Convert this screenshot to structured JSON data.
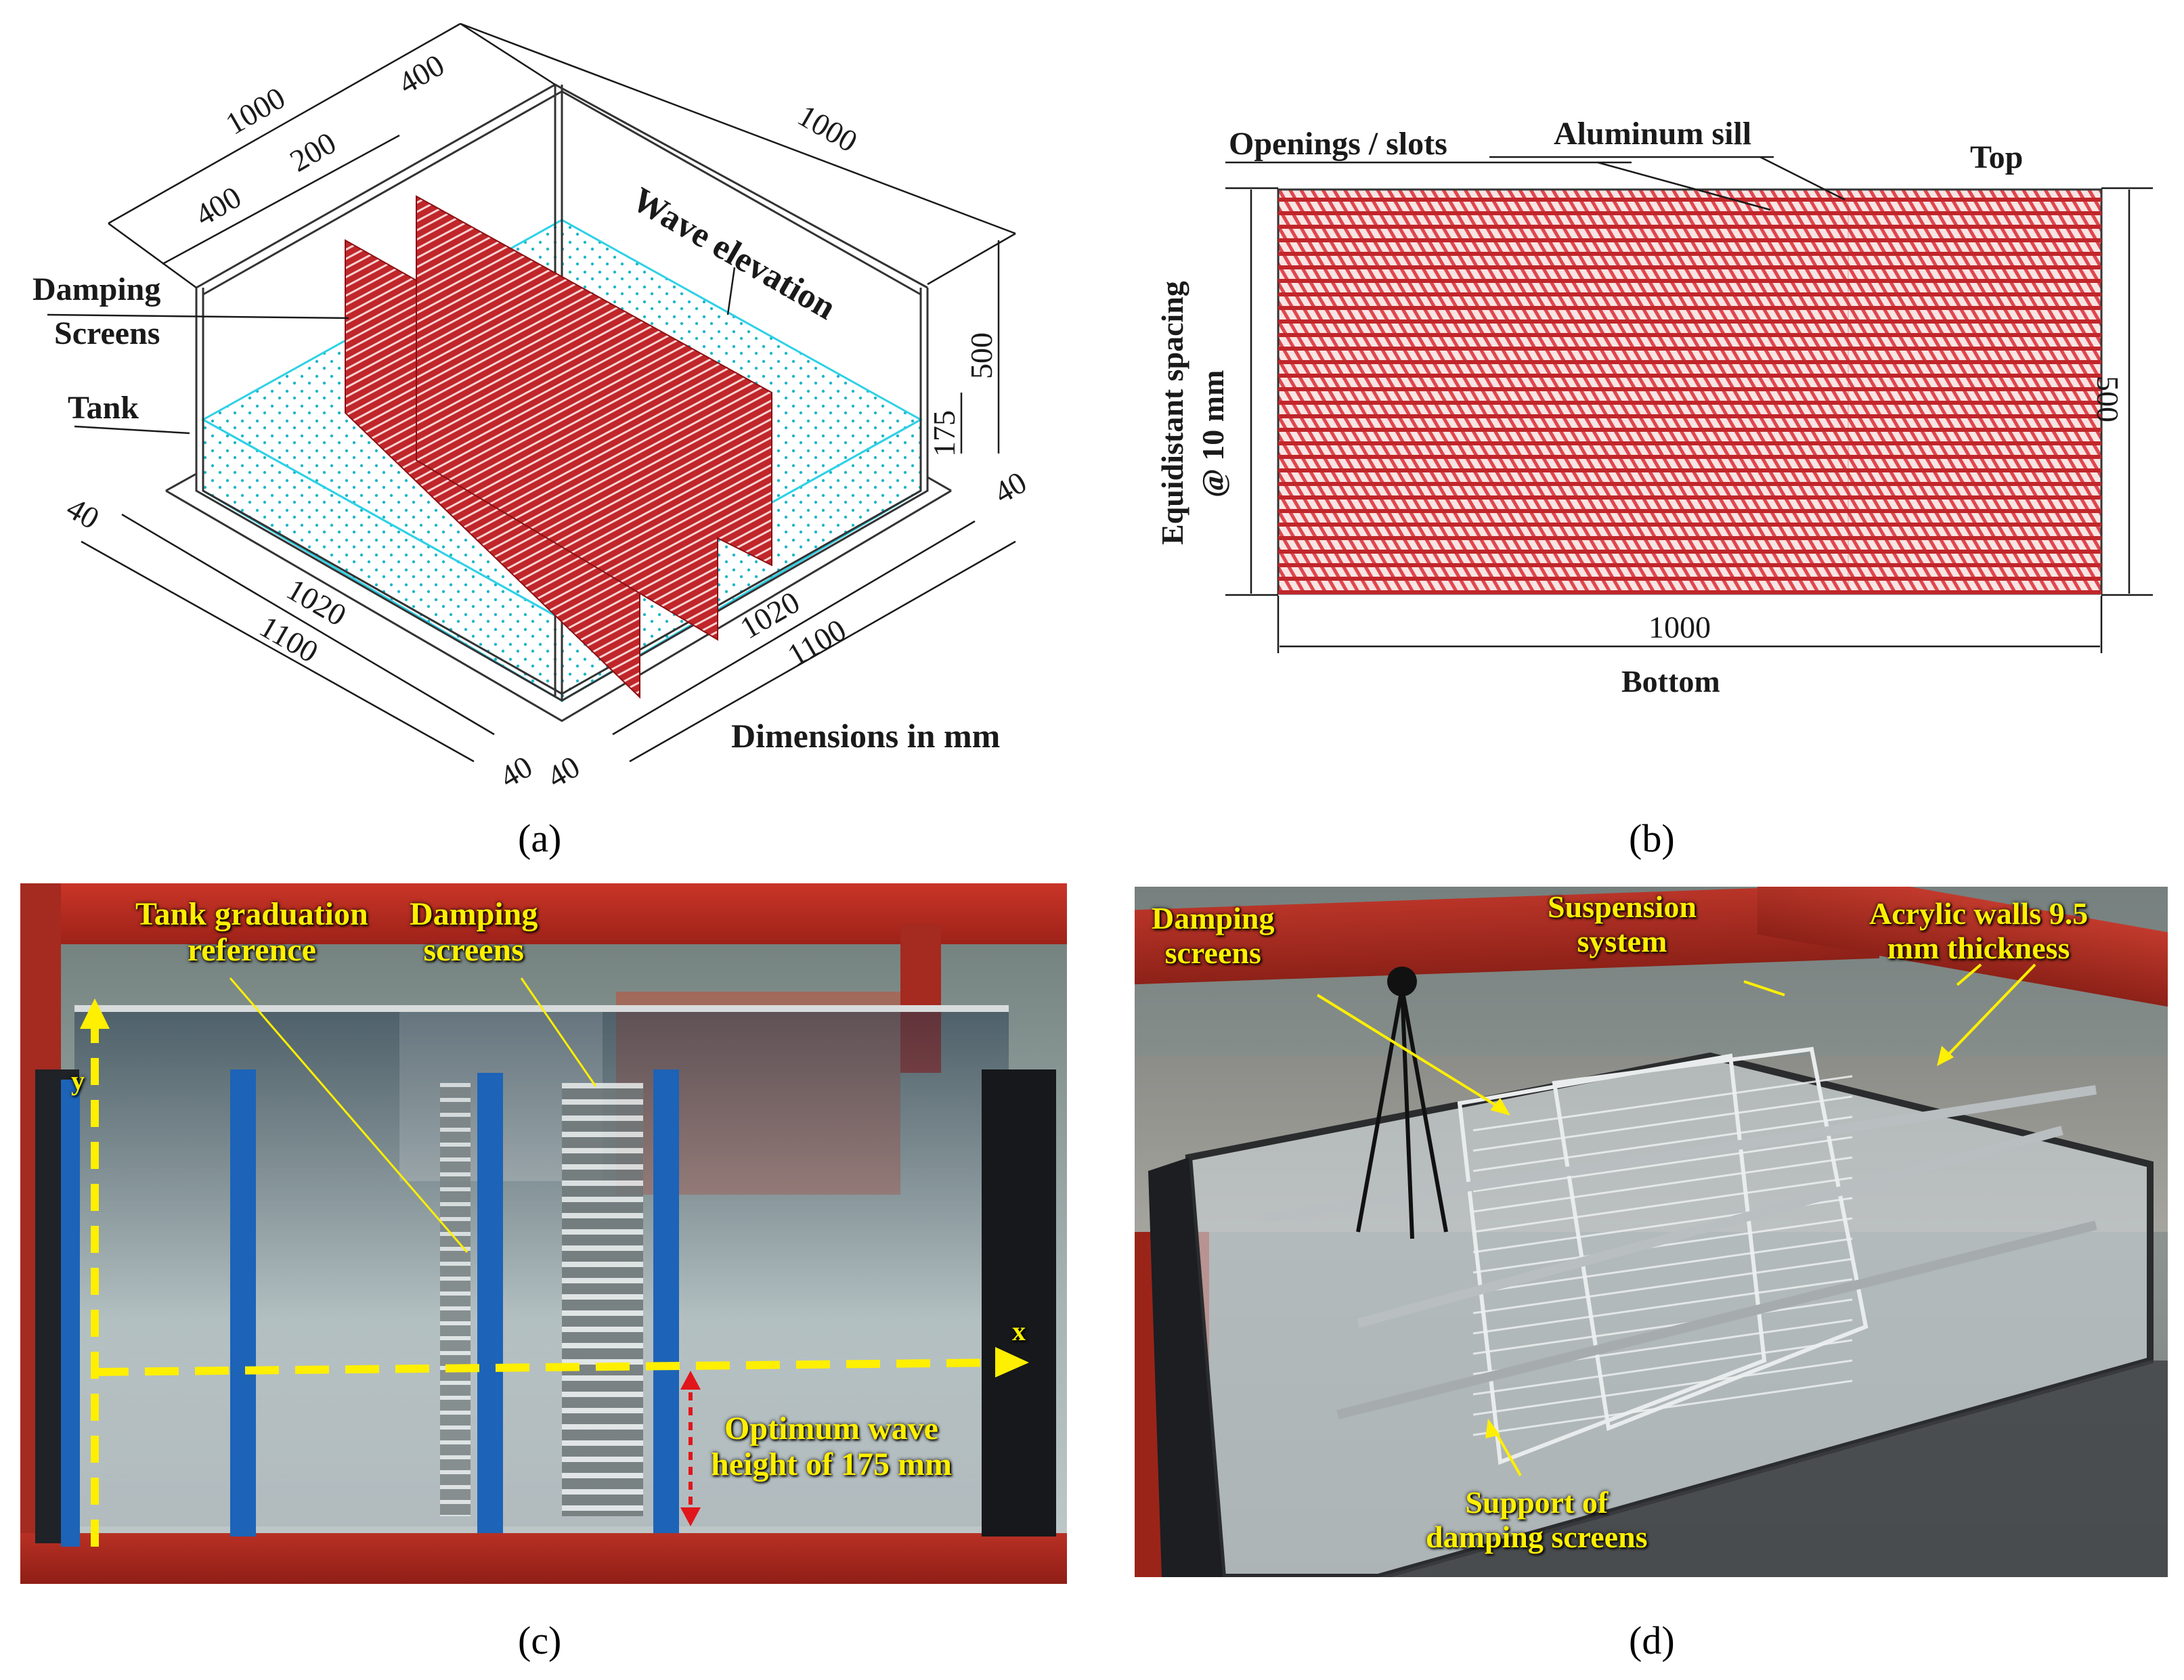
{
  "panel_a": {
    "caption": "(a)",
    "labels": {
      "damping": "Damping",
      "screens": "Screens",
      "tank": "Tank",
      "wave_elevation": "Wave elevation",
      "dimensions": "Dimensions in mm"
    },
    "dims": {
      "d1000_left": "1000",
      "d1000_right": "1000",
      "d400_a": "400",
      "d200": "200",
      "d400_b": "400",
      "d500": "500",
      "d175": "175",
      "d40_tl": "40",
      "d40_tr": "40",
      "d1020_l": "1020",
      "d1100_l": "1100",
      "d1020_r": "1020",
      "d1100_r": "1100",
      "d40_b1": "40",
      "d40_b2": "40"
    }
  },
  "panel_b": {
    "caption": "(b)",
    "labels": {
      "openings": "Openings / slots",
      "sill": "Aluminum sill",
      "top": "Top",
      "bottom": "Bottom",
      "spacing_1": "Equidistant spacing",
      "spacing_2": "@ 10 mm",
      "width": "1000",
      "height": "500"
    }
  },
  "panel_c": {
    "caption": "(c)",
    "labels": {
      "tank_grad_1": "Tank graduation",
      "tank_grad_2": "reference",
      "damping_1": "Damping",
      "damping_2": "screens",
      "optimum_1": "Optimum wave",
      "optimum_2": "height of 175 mm",
      "axis_x": "x",
      "axis_y": "y"
    }
  },
  "panel_d": {
    "caption": "(d)",
    "labels": {
      "damping_1": "Damping",
      "damping_2": "screens",
      "suspension_1": "Suspension",
      "suspension_2": "system",
      "acrylic_1": "Acrylic walls 9.5",
      "acrylic_2": "mm thickness",
      "support_1": "Support of",
      "support_2": "damping screens"
    }
  }
}
